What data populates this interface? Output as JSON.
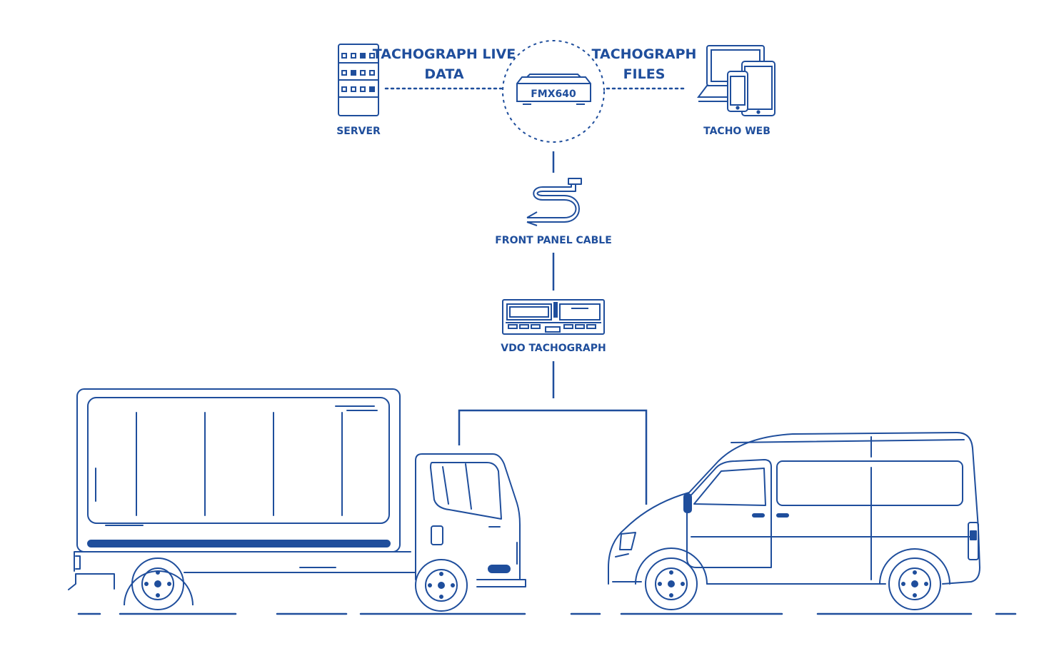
{
  "colors": {
    "ink": "#1f4e9c",
    "background": "#ffffff"
  },
  "labels": {
    "live_data_line1": "TACHOGRAPH LIVE",
    "live_data_line2": "DATA",
    "files_line1": "TACHOGRAPH",
    "files_line2": "FILES",
    "server": "SERVER",
    "tacho_web": "TACHO WEB",
    "device_name": "FMX640",
    "front_panel_cable": "FRONT PANEL CABLE",
    "vdo_tachograph": "VDO TACHOGRAPH"
  },
  "icons": {
    "server": "server-rack-icon",
    "tacho_web": "laptop-tablet-phone-icon",
    "device": "tracker-device-icon",
    "cable": "cable-icon",
    "tachograph": "tachograph-unit-icon",
    "truck": "box-truck-icon",
    "van": "van-icon"
  }
}
